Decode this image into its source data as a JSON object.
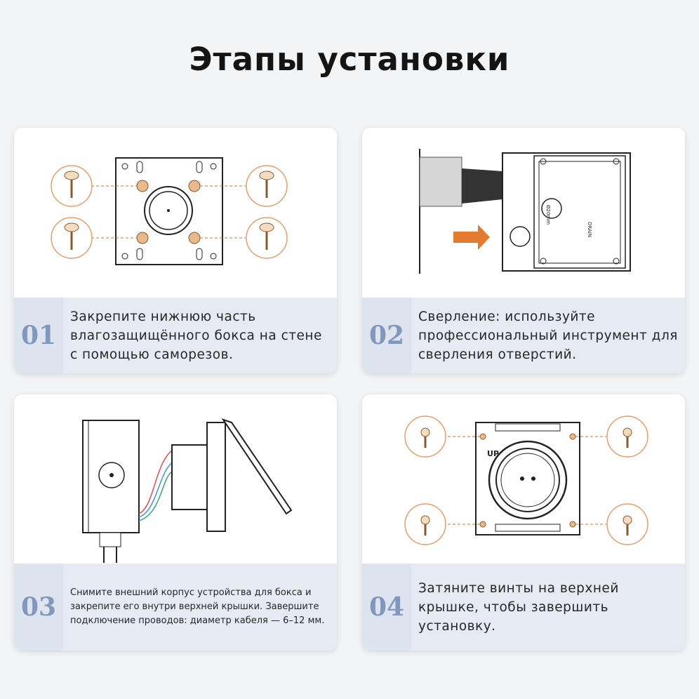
{
  "header": {
    "title": "Этапы установки"
  },
  "steps": [
    {
      "number": "01",
      "text": "Закрепите нижнюю часть влагозащищённого бокса на стене с помощью саморезов."
    },
    {
      "number": "02",
      "text": "Сверление: используйте профессиональный инструмент для сверления отверстий."
    },
    {
      "number": "03",
      "text": "Снимите внешний корпус устройства для бокса и закрепите его внутри верхней крышки. Завершите подключение проводов: диаметр кабеля — 6–12 мм."
    },
    {
      "number": "04",
      "text": "Затяните винты на верхней крышке, чтобы завершить установку."
    }
  ],
  "illustration_labels": {
    "up": "UP",
    "drain": "DRAIN",
    "size": "Ø20mm"
  },
  "colors": {
    "accent": "#e07b2f",
    "band": "#dde4ef",
    "number": "#8198bc",
    "line": "#222222"
  }
}
